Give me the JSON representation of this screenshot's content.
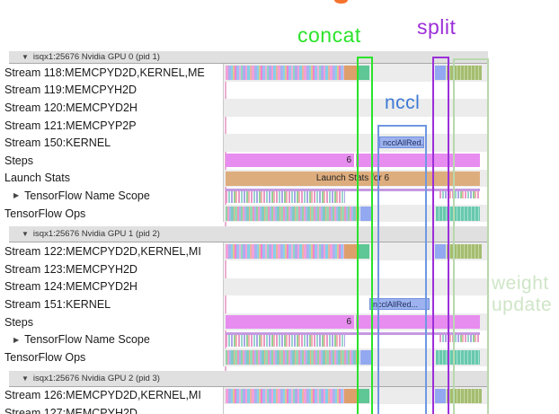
{
  "annotations": {
    "concat": {
      "label": "concat",
      "color": "#2be32b"
    },
    "split": {
      "label": "split",
      "color": "#9c2fd9"
    },
    "nccl": {
      "label": "nccl",
      "color": "#3d79d6"
    },
    "weight_update": {
      "label": "weight update",
      "lines": [
        "weight",
        "update"
      ],
      "color": "#cfe5c7"
    }
  },
  "colors": {
    "steps_bar": "#e78df0",
    "launch_bar": "#ddad7e",
    "teal_block": "#5ec795",
    "orange_block": "#dd9f6b",
    "blue_block": "#92a8f0",
    "nccl_fill": "#9db2ee",
    "nccl_border": "#7090dd",
    "tfns_line": "#c49ae0",
    "row_alt": "#ececec",
    "header_bg": "#e0e0e0",
    "concat_box": "#2be32b",
    "split_box": "#9c2fd9",
    "nccl_box": "#6f97e2",
    "weight_box": "#b9d8ae"
  },
  "trace": {
    "sections": [
      {
        "header": "isqx1:25676 Nvidia GPU 0 (pid 1)",
        "collapse_icon": "▼",
        "rows": [
          {
            "label": "Stream 118:MEMCPYD2D,KERNEL,ME",
            "content": "stream"
          },
          {
            "label": "Stream 119:MEMCPYH2D",
            "content": "empty"
          },
          {
            "label": "Stream 120:MEMCPYD2H",
            "content": "empty"
          },
          {
            "label": "Stream 121:MEMCPYP2P",
            "content": "empty"
          },
          {
            "label": "Stream 150:KERNEL",
            "content": "nccl",
            "bar_label": "ncclAllRed...",
            "variant": "gpu0"
          },
          {
            "label": "Steps",
            "content": "steps",
            "value": "6"
          },
          {
            "label": "Launch Stats",
            "content": "launch",
            "value": "Launch Stats for 6"
          },
          {
            "label": "TensorFlow Name Scope",
            "content": "tfns",
            "expander": "▶"
          },
          {
            "label": "TensorFlow Ops",
            "content": "tfops"
          }
        ]
      },
      {
        "header": "isqx1:25676 Nvidia GPU 1 (pid 2)",
        "collapse_icon": "▼",
        "rows": [
          {
            "label": "Stream 122:MEMCPYD2D,KERNEL,MI",
            "content": "stream"
          },
          {
            "label": "Stream 123:MEMCPYH2D",
            "content": "empty"
          },
          {
            "label": "Stream 124:MEMCPYD2H",
            "content": "empty"
          },
          {
            "label": "Stream 151:KERNEL",
            "content": "nccl",
            "bar_label": "ncclAllRed...",
            "variant": "gpu1"
          },
          {
            "label": "Steps",
            "content": "steps",
            "value": "6"
          },
          {
            "label": "TensorFlow Name Scope",
            "content": "tfns",
            "expander": "▶"
          },
          {
            "label": "TensorFlow Ops",
            "content": "tfops"
          }
        ]
      },
      {
        "header": "isqx1:25676 Nvidia GPU 2 (pid 3)",
        "collapse_icon": "▼",
        "rows": [
          {
            "label": "Stream 126:MEMCPYD2D,KERNEL,MI",
            "content": "stream"
          },
          {
            "label": "Stream 127:MEMCPYH2D",
            "content": "empty"
          }
        ]
      }
    ]
  }
}
